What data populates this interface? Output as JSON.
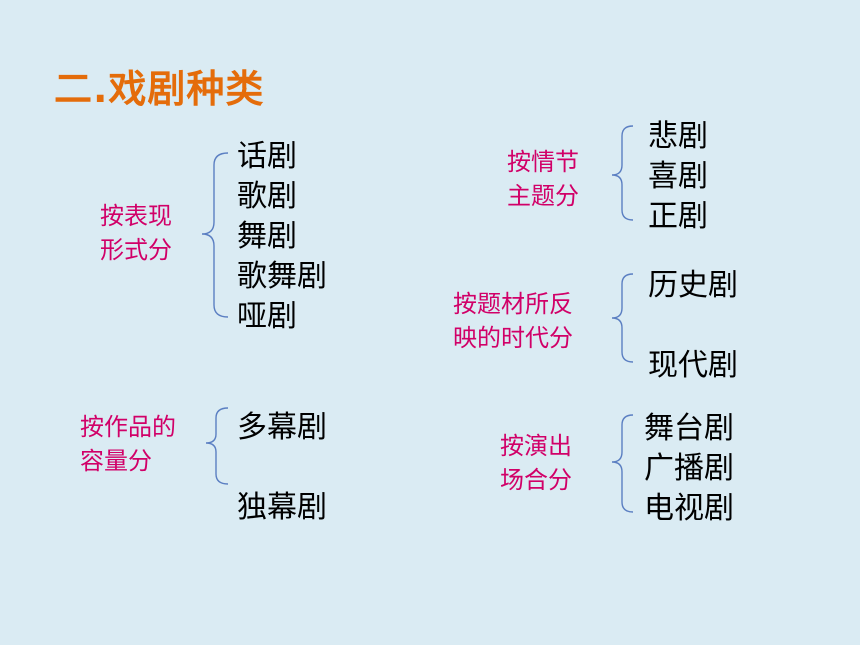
{
  "title": "二.戏剧种类",
  "groups": [
    {
      "category": [
        "按表现",
        "形式分"
      ],
      "items": [
        "话剧",
        "歌剧",
        "舞剧",
        "歌舞剧",
        "哑剧"
      ]
    },
    {
      "category": [
        "按作品的",
        "容量分"
      ],
      "items": [
        "多幕剧",
        "独幕剧"
      ]
    },
    {
      "category": [
        "按情节",
        "主题分"
      ],
      "items": [
        "悲剧",
        "喜剧",
        "正剧"
      ]
    },
    {
      "category": [
        "按题材所反",
        "映的时代分"
      ],
      "items": [
        "历史剧",
        "现代剧"
      ]
    },
    {
      "category": [
        "按演出",
        "场合分"
      ],
      "items": [
        "舞台剧",
        "广播剧",
        "电视剧"
      ]
    }
  ]
}
